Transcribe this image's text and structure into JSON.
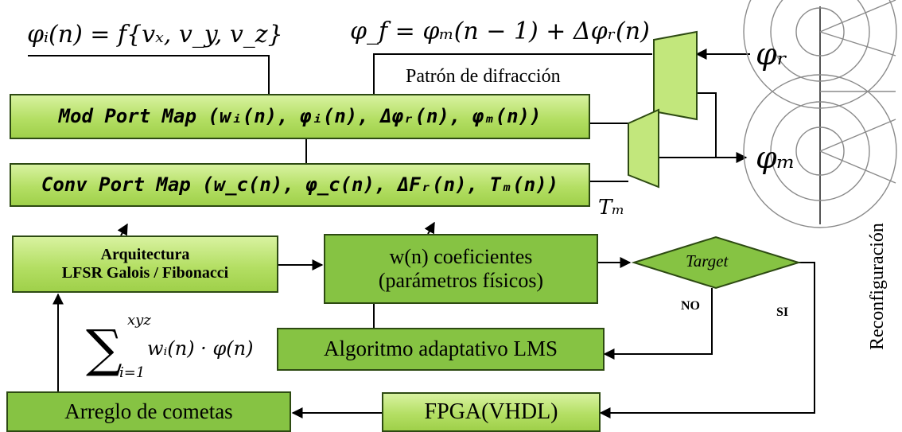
{
  "top": {
    "phi_i_eq": "φᵢ(n) = f{vₓ, v_y, v_z}",
    "phi_f_eq": "φ_f = φₘ(n − 1) + Δφᵣ(n)",
    "pattern_label": "Patrón de difracción",
    "phi_r": "φᵣ",
    "phi_m": "φₘ",
    "t_m": "Tₘ"
  },
  "blocks": {
    "mod_port": "Mod Port Map (wᵢ(n), φᵢ(n), Δφᵣ(n), φₘ(n))",
    "conv_port": "Conv Port Map (w_c(n), φ_c(n), ΔFᵣ(n), Tₘ(n))",
    "arch_line1": "Arquitectura",
    "arch_line2": "LFSR Galois / Fibonacci",
    "coef_line1": "w(n) coeficientes",
    "coef_line2": "(parámetros físicos)",
    "target": "Target",
    "lms": "Algoritmo adaptativo LMS",
    "fpga": "FPGA(VHDL)",
    "comets": "Arreglo de cometas"
  },
  "labels": {
    "no": "NO",
    "si": "SI",
    "reconfig": "Reconfiguración",
    "sum_upper": "xyz",
    "sum_lower": "i=1",
    "sum_term": "wᵢ(n) · φ(n)"
  },
  "colors": {
    "light_block": "#b4df64",
    "dark_block": "#86c343",
    "border": "#2d4a12"
  }
}
